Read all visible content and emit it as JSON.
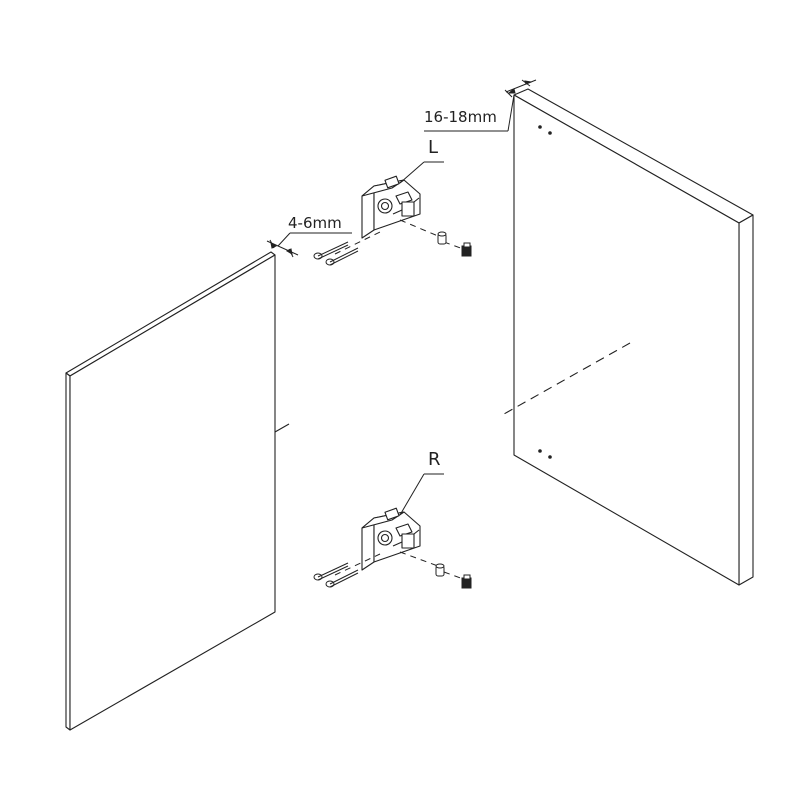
{
  "labels": {
    "thickness_large": "16-18mm",
    "thickness_small": "4-6mm",
    "left_hinge": "L",
    "right_hinge": "R"
  },
  "colors": {
    "line": "#222222",
    "background": "#ffffff"
  }
}
